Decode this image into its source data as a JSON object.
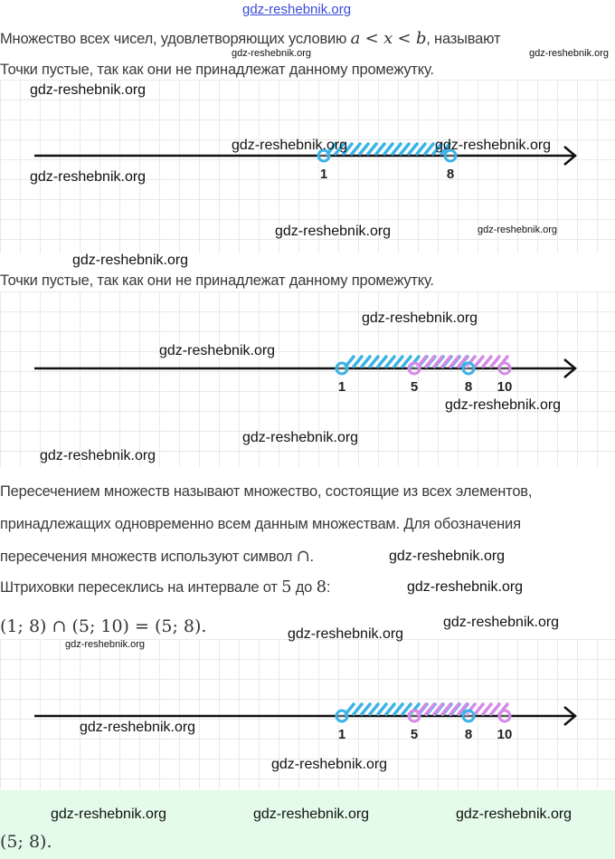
{
  "watermarks": [
    "gdz-reshebnik.org",
    "gdz-reshebnik.org",
    "gdz-reshebnik.org",
    "gdz-reshebnik.org",
    "gdz-reshebnik.org",
    "gdz-reshebnik.org",
    "gdz-reshebnik.org",
    "gdz-reshebnik.org",
    "gdz-reshebnik.org",
    "gdz-reshebnik.org",
    "gdz-reshebnik.org",
    "gdz-reshebnik.org",
    "gdz-reshebnik.org",
    "gdz-reshebnik.org",
    "gdz-reshebnik.org",
    "gdz-reshebnik.org",
    "gdz-reshebnik.org",
    "gdz-reshebnik.org",
    "gdz-reshebnik.org",
    "gdz-reshebnik.org",
    "gdz-reshebnik.org",
    "gdz-reshebnik.org",
    "gdz-reshebnik.org",
    "gdz-reshebnik.org"
  ],
  "text": {
    "line1_a": "Множество всех чисел, удовлетворяющих условию ",
    "line1_math": "a < x < b",
    "line1_b": ", называют",
    "line2": "Точки пустые, так как они не принадлежат данному промежутку.",
    "line3": "Точки пустые, так как они не принадлежат данному промежутку.",
    "line4": "Пересечением множеств называют множество, состоящие из всех элементов,",
    "line5": "принадлежащих одновременно всем данным множествам. Для обозначения",
    "line6_a": "пересечения множеств используют символ ",
    "line6_sym": "∩",
    "line6_b": ".",
    "line7_a": "Штриховки пересеклись на интервале от ",
    "line7_n1": "5",
    "line7_mid": " до ",
    "line7_n2": "8",
    "line7_b": ":",
    "formula": "(1; 8) ∩ (5; 10) = (5; 8).",
    "answer": "(5; 8)."
  },
  "colors": {
    "blue": "#3bb3e6",
    "purple": "#d58ae8",
    "axis": "#111111",
    "answer_bg": "#e3fbe8"
  },
  "figures": [
    {
      "ranges": [
        {
          "from": 1,
          "to": 8,
          "color": "blue"
        }
      ],
      "ticks": [
        {
          "value": 1,
          "label": "1",
          "color": "blue"
        },
        {
          "value": 8,
          "label": "8",
          "color": "blue"
        }
      ]
    },
    {
      "ranges": [
        {
          "from": 1,
          "to": 8,
          "color": "blue"
        },
        {
          "from": 5,
          "to": 10,
          "color": "purple"
        }
      ],
      "ticks": [
        {
          "value": 1,
          "label": "1",
          "color": "blue"
        },
        {
          "value": 5,
          "label": "5",
          "color": "purple"
        },
        {
          "value": 8,
          "label": "8",
          "color": "blue"
        },
        {
          "value": 10,
          "label": "10",
          "color": "purple"
        }
      ]
    },
    {
      "ranges": [
        {
          "from": 1,
          "to": 8,
          "color": "blue"
        },
        {
          "from": 5,
          "to": 10,
          "color": "purple"
        }
      ],
      "ticks": [
        {
          "value": 1,
          "label": "1",
          "color": "blue"
        },
        {
          "value": 5,
          "label": "5",
          "color": "purple"
        },
        {
          "value": 8,
          "label": "8",
          "color": "blue"
        },
        {
          "value": 10,
          "label": "10",
          "color": "purple"
        }
      ]
    }
  ]
}
